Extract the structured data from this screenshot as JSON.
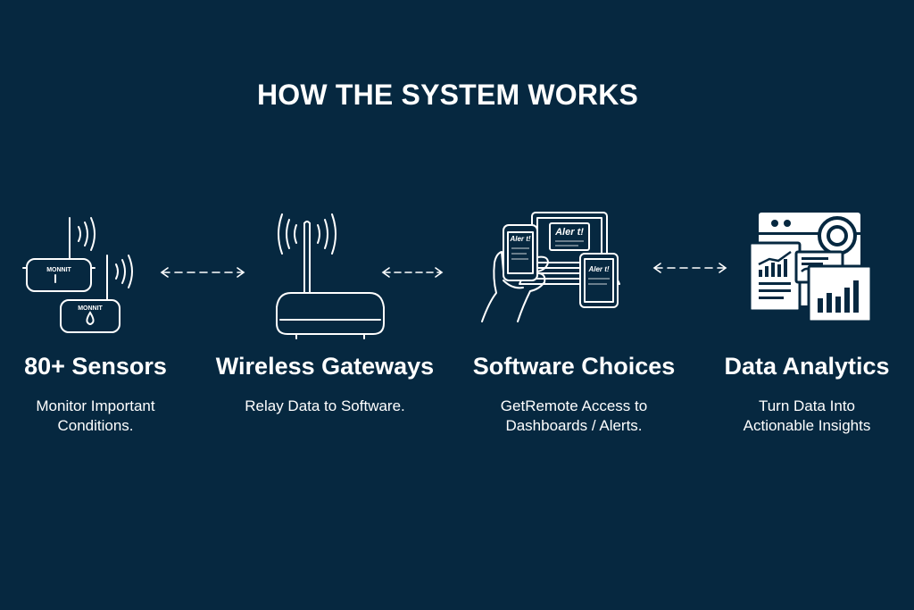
{
  "title": "HOW THE SYSTEM WORKS",
  "colors": {
    "background": "#062840",
    "foreground": "#ffffff"
  },
  "steps": [
    {
      "heading": "80+ Sensors",
      "desc_lines": [
        "Monitor Important",
        "Conditions."
      ],
      "icon": "sensors-icon",
      "device_labels": [
        "MONNIT",
        "MONNIT"
      ]
    },
    {
      "heading": "Wireless Gateways",
      "desc_lines": [
        "Relay Data to Software."
      ],
      "icon": "gateway-router-icon"
    },
    {
      "heading": "Software Choices",
      "desc_lines": [
        "GetRemote Access to",
        "Dashboards / Alerts."
      ],
      "icon": "devices-icon",
      "screen_texts": [
        "Aler t!",
        "Aler t!",
        "Aler t!"
      ]
    },
    {
      "heading": "Data Analytics",
      "desc_lines": [
        "Turn Data Into",
        "Actionable Insights"
      ],
      "icon": "analytics-dashboard-icon"
    }
  ]
}
